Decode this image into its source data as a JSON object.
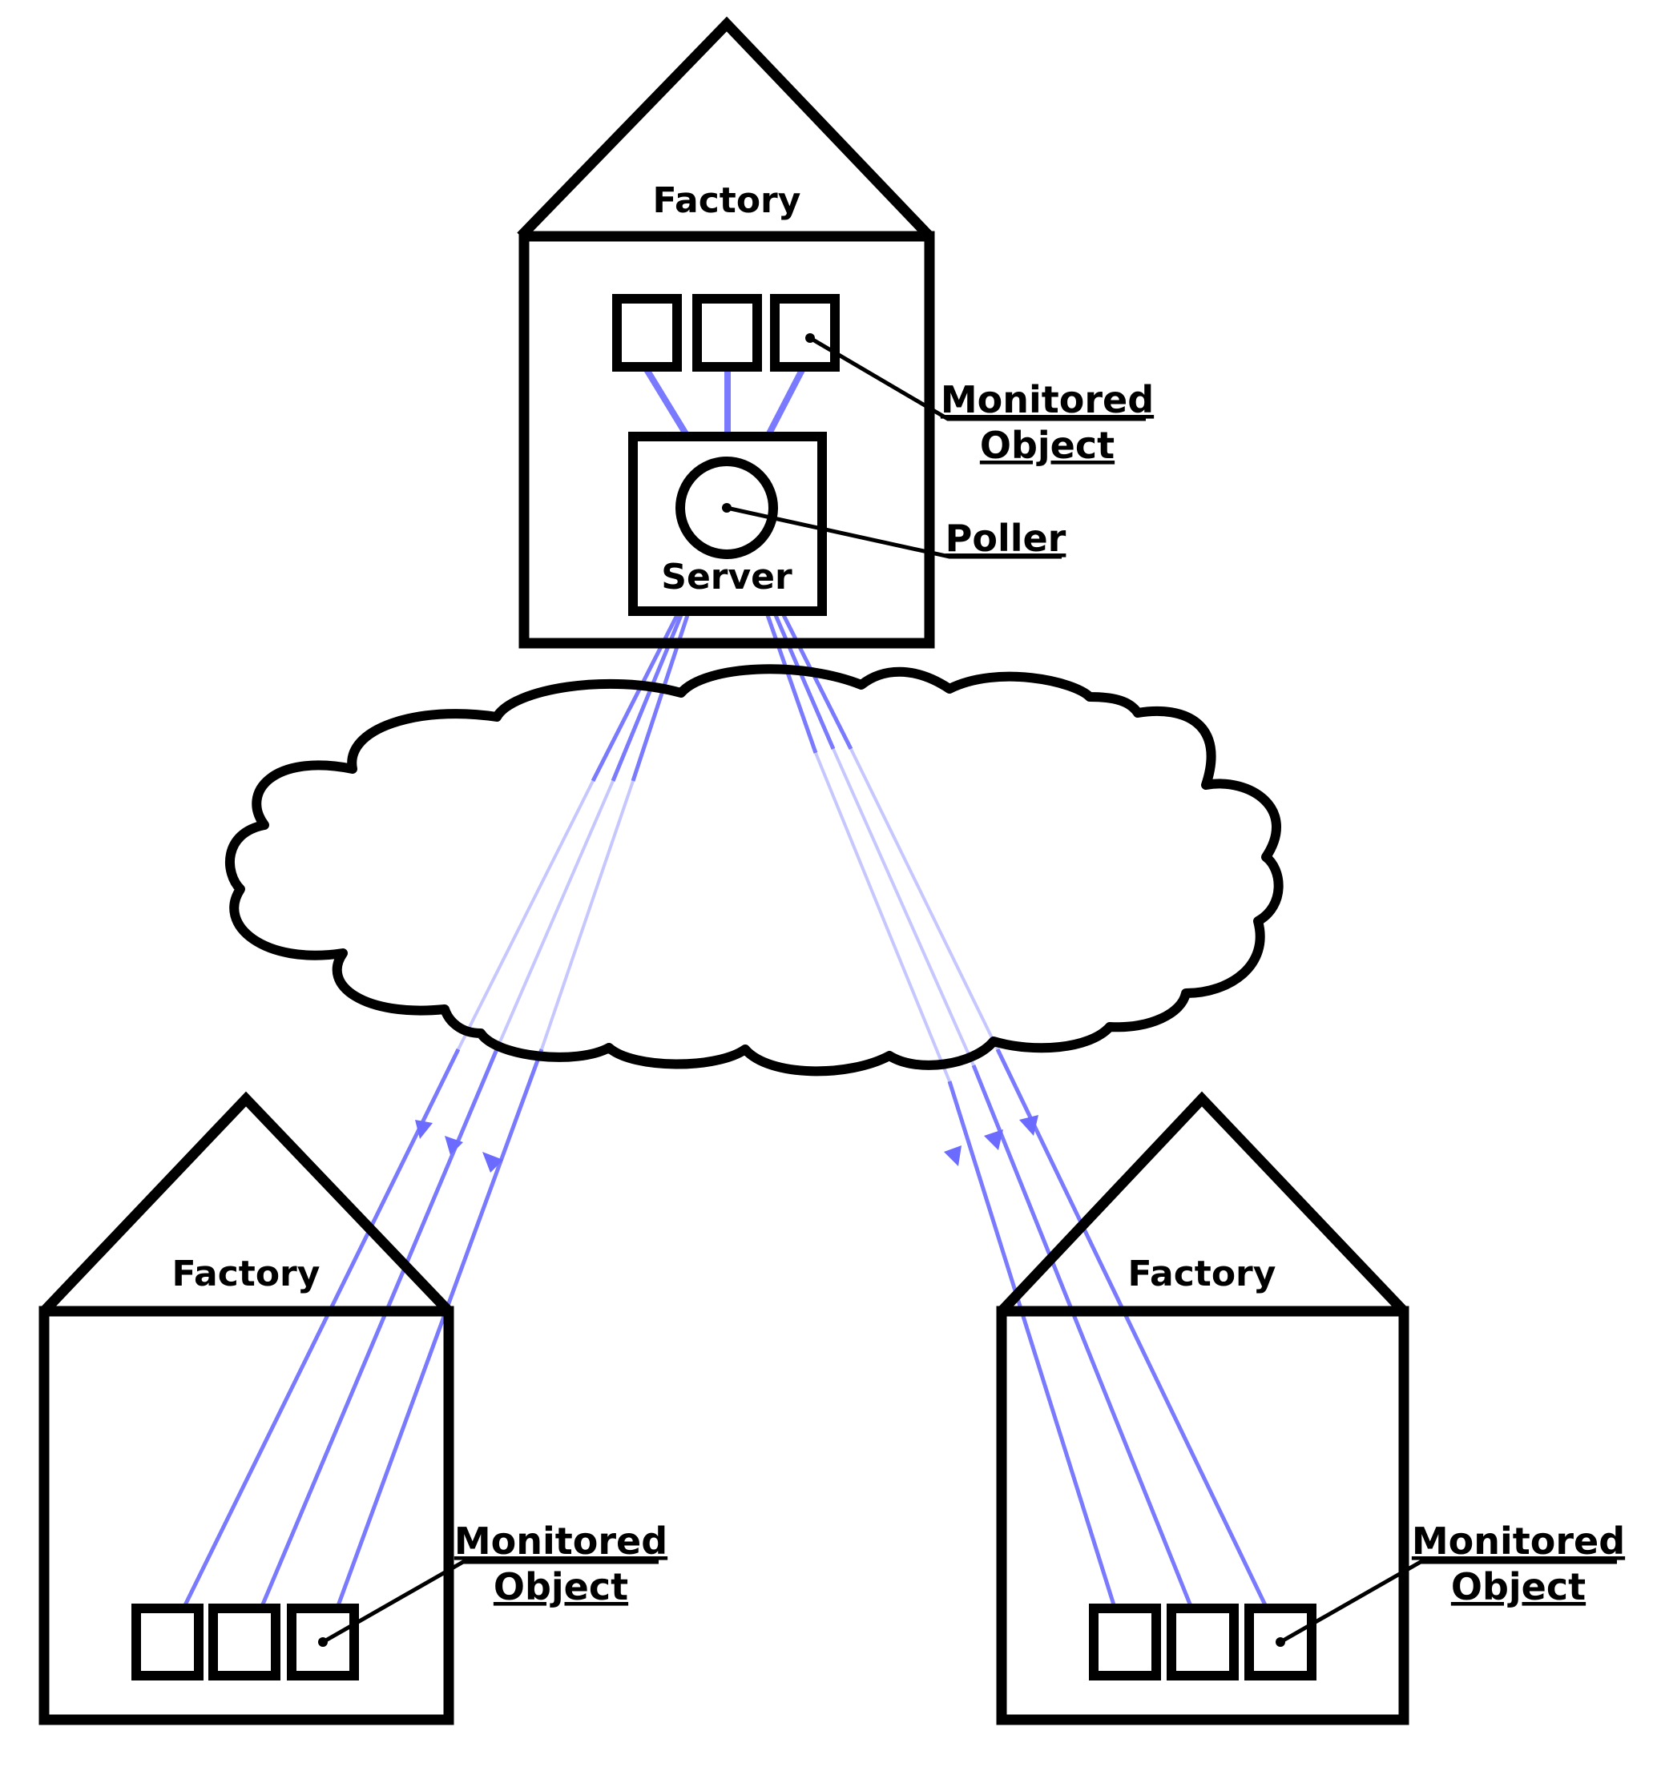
{
  "top_factory": {
    "title": "Factory",
    "server_label": "Server",
    "callout_monitored_line1": "Monitored",
    "callout_monitored_line2": "Object",
    "callout_poller": "Poller"
  },
  "left_factory": {
    "title": "Factory",
    "callout_monitored_line1": "Monitored",
    "callout_monitored_line2": "Object"
  },
  "right_factory": {
    "title": "Factory",
    "callout_monitored_line1": "Monitored",
    "callout_monitored_line2": "Object"
  },
  "colors": {
    "link": "#7a7aff",
    "link_faint": "#c7c7ff",
    "outline": "#000000"
  }
}
